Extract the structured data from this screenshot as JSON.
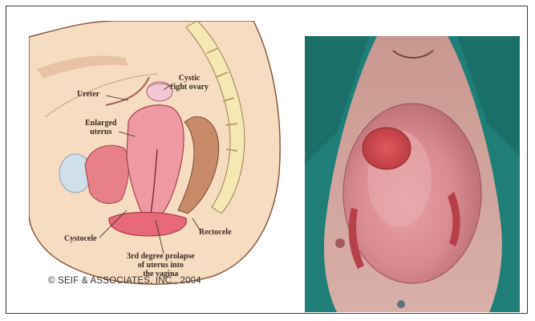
{
  "illustration": {
    "labels": {
      "ureter": "Ureter",
      "cystic_ovary_line1": "Cystic",
      "cystic_ovary_line2": "right ovary",
      "enlarged_uterus_line1": "Enlarged",
      "enlarged_uterus_line2": "uterus",
      "cystocele": "Cystocele",
      "rectocele": "Rectocele",
      "prolapse_line1": "3rd degree prolapse",
      "prolapse_line2": "of uterus into",
      "prolapse_line3": "the vagina"
    },
    "copyright": "© SEIF & ASSOCIATES, INC., 2004"
  },
  "colors": {
    "skin": "#f6dcc0",
    "bone": "#f6e8b4",
    "uterus": "#ef9aa3",
    "rectum": "#c98a6a",
    "bladder": "#e8808a",
    "drape": "#1f7f78"
  }
}
